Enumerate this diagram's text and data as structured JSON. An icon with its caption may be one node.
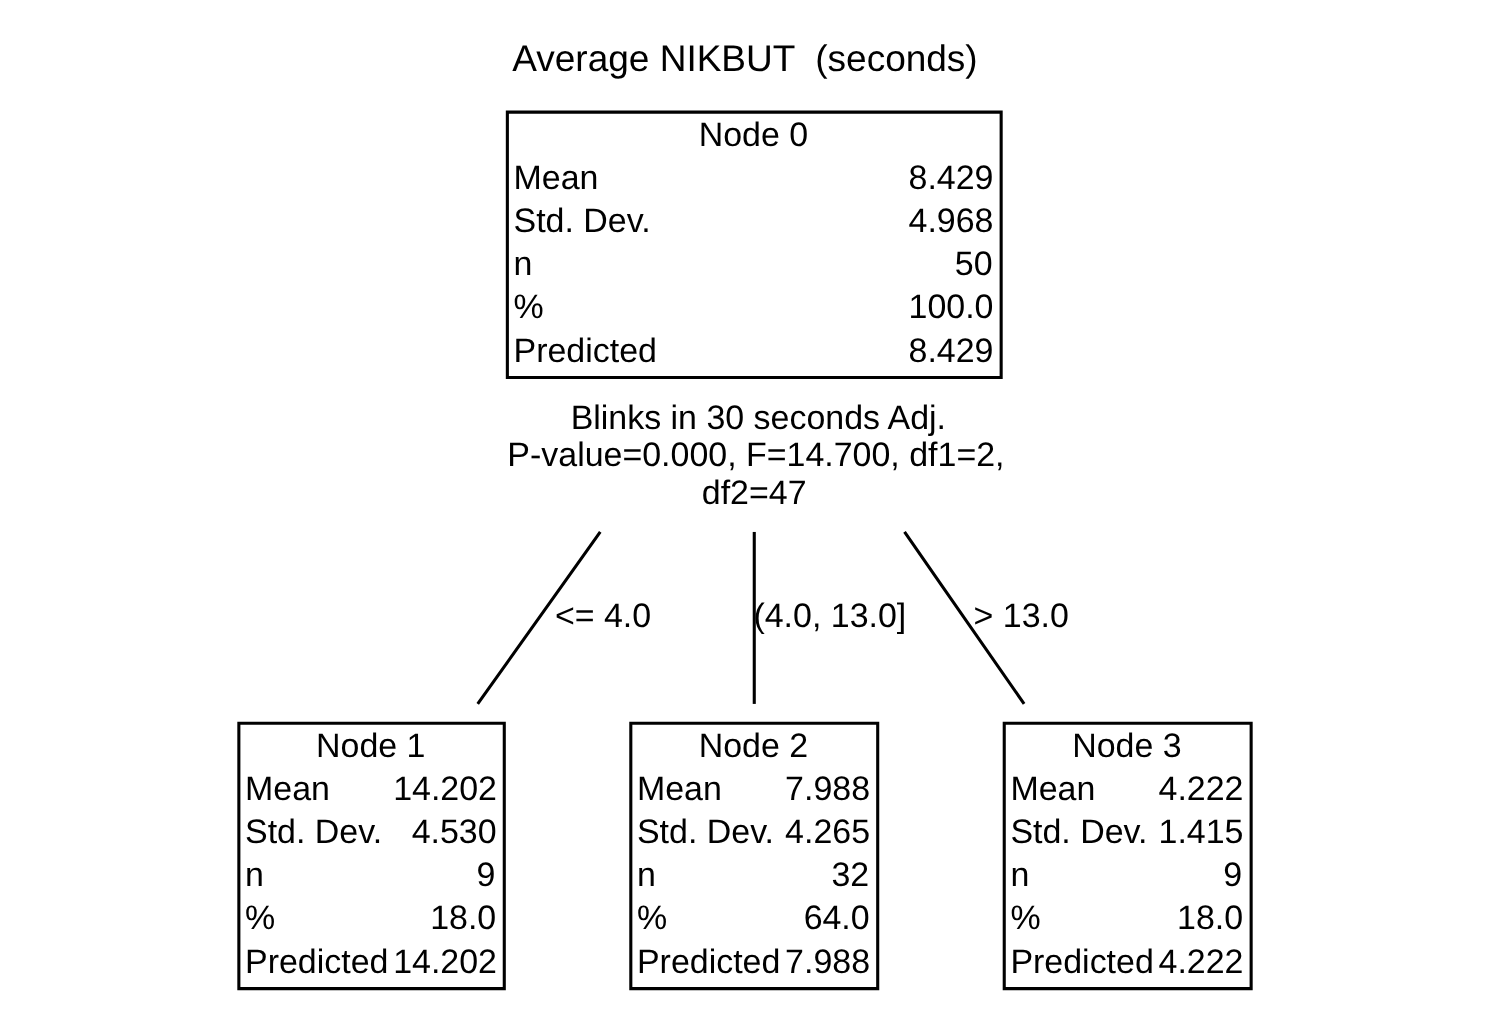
{
  "diagram": {
    "title": "Average NIKBUT  (seconds)",
    "nodes": [
      {
        "text": [
          "Node 0",
          "Mean",
          "8.429",
          "Std. Dev.",
          "4.968",
          "n",
          "50",
          "%",
          "100.0",
          "Predicted",
          "8.429"
        ],
        "beside": [
          "Blinks in 30 seconds Adj. P-value=0.000, F=14.700, df1=2, df2=47"
        ]
      },
      {
        "text": [
          "Node 1",
          "Mean",
          "14.202",
          "Std. Dev.",
          "4.530",
          "n",
          "9",
          "%",
          "18.0",
          "Predicted",
          "14.202"
        ]
      },
      {
        "text": [
          "Node 2",
          "Mean",
          "7.988",
          "Std. Dev.",
          "4.265",
          "n",
          "32",
          "%",
          "64.0",
          "Predicted",
          "7.988"
        ]
      },
      {
        "text": [
          "Node 3",
          "Mean",
          "4.222",
          "Std. Dev.",
          "1.415",
          "n",
          "9",
          "%",
          "18.0",
          "Predicted",
          "4.222"
        ]
      }
    ],
    "edges": [
      {
        "from": 0,
        "to": 1,
        "arrow": "none",
        "label": "<= 4.0"
      },
      {
        "from": 0,
        "to": 2,
        "arrow": "none",
        "label": "(4.0, 13.0]"
      },
      {
        "from": 0,
        "to": 3,
        "arrow": "none",
        "label": "> 13.0"
      }
    ]
  }
}
